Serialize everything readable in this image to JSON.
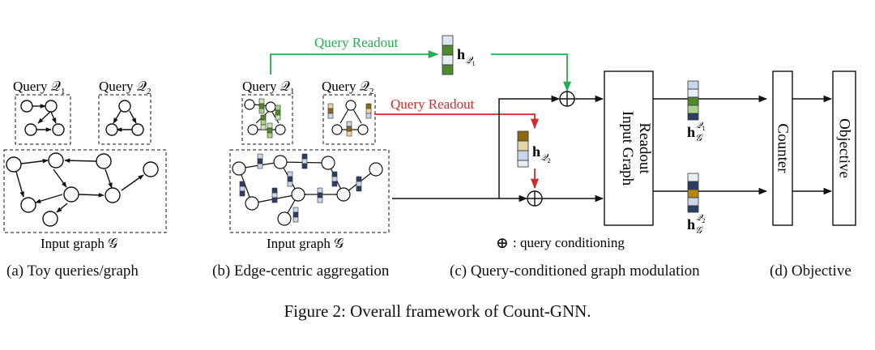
{
  "panel_a": {
    "query1_label": "Query 𝒬",
    "query1_sub": "1",
    "query2_label": "Query 𝒬",
    "query2_sub": "2",
    "input_graph_label": "Input graph 𝒢"
  },
  "panel_b": {
    "query1_label": "Query 𝒬",
    "query1_sub": "1",
    "query2_label": "Query 𝒬",
    "query2_sub": "2",
    "input_graph_label": "Input graph 𝒢"
  },
  "panel_c": {
    "query_readout_top": "Query Readout",
    "query_readout_mid": "Query Readout",
    "hq1_base": "h",
    "hq1_sub": "𝒬",
    "hq1_subsub": "1",
    "hq2_base": "h",
    "hq2_sub": "𝒬",
    "hq2_subsub": "2",
    "input_readout_line1": "Input Graph",
    "input_readout_line2": "Readout",
    "hg1_base": "h",
    "hg1_sub": "𝒢",
    "hg1_sup": "𝒬",
    "hg1_supsub": "1",
    "hg2_base": "h",
    "hg2_sub": "𝒢",
    "hg2_sup": "𝒬",
    "hg2_supsub": "2",
    "oplus_symbol": "⊕",
    "oplus_legend": ": query conditioning"
  },
  "panel_d": {
    "counter_label": "Counter",
    "objective_label": "Objective"
  },
  "subcaptions": {
    "a": "(a) Toy queries/graph",
    "b": "(b) Edge-centric aggregation",
    "c": "(c) Query-conditioned graph modulation",
    "d": "(d) Objective"
  },
  "caption": "Figure 2: Overall framework of Count-GNN.",
  "colors": {
    "green_arrow": "#22b14c",
    "red_arrow": "#d42a2a",
    "dark_navy": "#2a3f63",
    "light_blue": "#c9d5e8",
    "dark_green": "#4f8a2d",
    "light_green": "#a9d08e",
    "olive": "#8a6a12",
    "gold": "#b8860b"
  }
}
